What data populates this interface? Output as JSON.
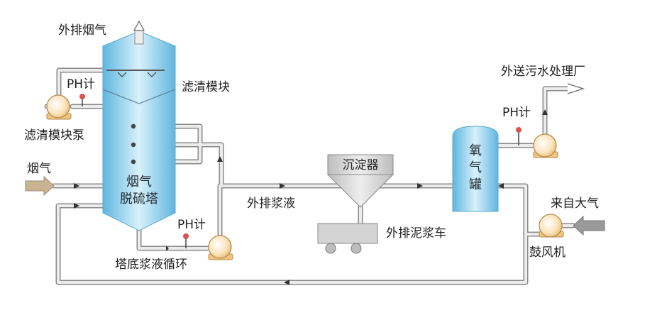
{
  "labels": {
    "exhaust_flue_gas": "外排烟气",
    "ph_meter_top": "PH计",
    "filter_module": "滤清模块",
    "filter_module_pump": "滤清模块泵",
    "flue_gas_in": "烟气",
    "tower_line1": "烟气",
    "tower_line2": "脱硫塔",
    "ph_meter_bottom": "PH计",
    "tower_bottom_circulation": "塔底浆液循环",
    "exhaust_slurry": "外排浆液",
    "settler": "沉淀器",
    "exhaust_sludge_truck": "外排泥浆车",
    "oxidation_tank_c1": "氧",
    "oxidation_tank_c2": "气",
    "oxidation_tank_c3": "罐",
    "ph_meter_right": "PH计",
    "to_sewage_plant": "外送污水处理厂",
    "from_atmosphere": "来自大气",
    "blower": "鼓风机"
  },
  "colors": {
    "vessel_light": "#d6eef8",
    "vessel_dark": "#6fc0e3",
    "pipe_fill": "#ebebeb",
    "pipe_stroke": "#888888",
    "pump_light": "#fff3dd",
    "pump_dark": "#f0c580",
    "sensor_red": "#d9534f",
    "inlet_arrow": "#c9b393",
    "settler_gray": "#cfcfcf"
  }
}
